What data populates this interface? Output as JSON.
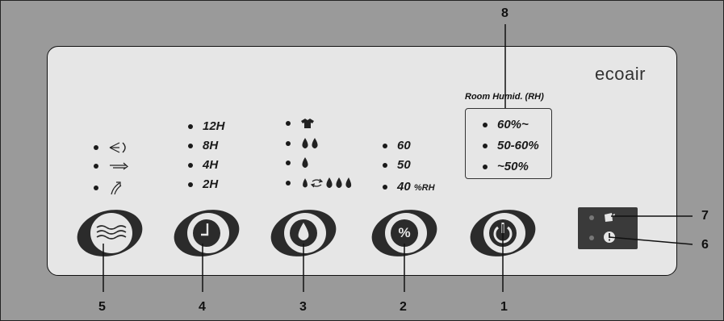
{
  "brand": "ecoair",
  "room_humidity": {
    "title": "Room Humid. (RH)",
    "levels": [
      "60%~",
      "50-60%",
      "~50%"
    ]
  },
  "fan_modes": [
    "swing-icon",
    "straight-airflow-icon",
    "upward-airflow-icon"
  ],
  "timer": {
    "options": [
      "12H",
      "8H",
      "4H",
      "2H"
    ]
  },
  "dry_modes": [
    "laundry-icon",
    "high-drop-icon",
    "low-drop-icon",
    "auto-cycle-icon"
  ],
  "humidity_setting": {
    "options": [
      "60",
      "50",
      "40"
    ],
    "unit": "%RH"
  },
  "button_symbols": {
    "humidity": "%"
  },
  "callouts": {
    "c1": "1",
    "c2": "2",
    "c3": "3",
    "c4": "4",
    "c5": "5",
    "c6": "6",
    "c7": "7",
    "c8": "8"
  },
  "colors": {
    "panel": "#e6e6e6",
    "background": "#9a9a9a",
    "button": "#2b2b2b",
    "indicator": "#3a3a3a"
  }
}
